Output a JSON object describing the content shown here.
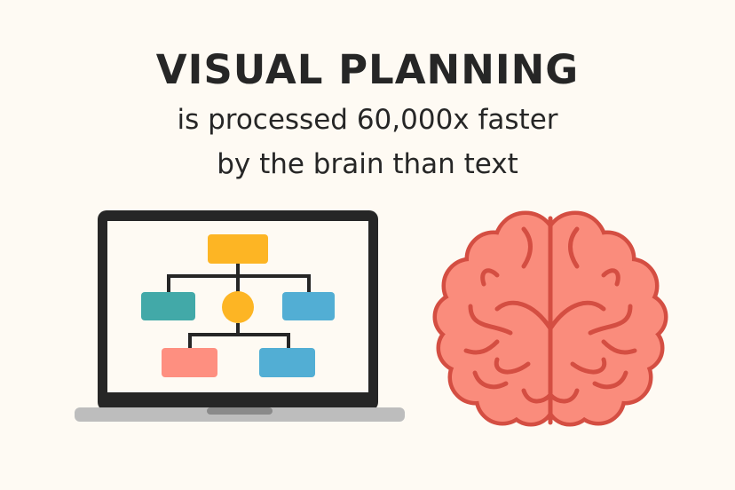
{
  "headline": {
    "title": "VISUAL PLANNING",
    "line1": "is processed 60,000x faster",
    "line2": "by the brain than text"
  },
  "illustrations": {
    "left": "laptop-flowchart-icon",
    "right": "brain-icon"
  },
  "colors": {
    "background": "#FEFAF3",
    "text": "#262626",
    "yellow": "#FDB524",
    "teal": "#42A9A8",
    "blue": "#52AED4",
    "salmon": "#FE8F80",
    "brain_fill": "#FA8C7C",
    "brain_stroke": "#D44E42"
  }
}
